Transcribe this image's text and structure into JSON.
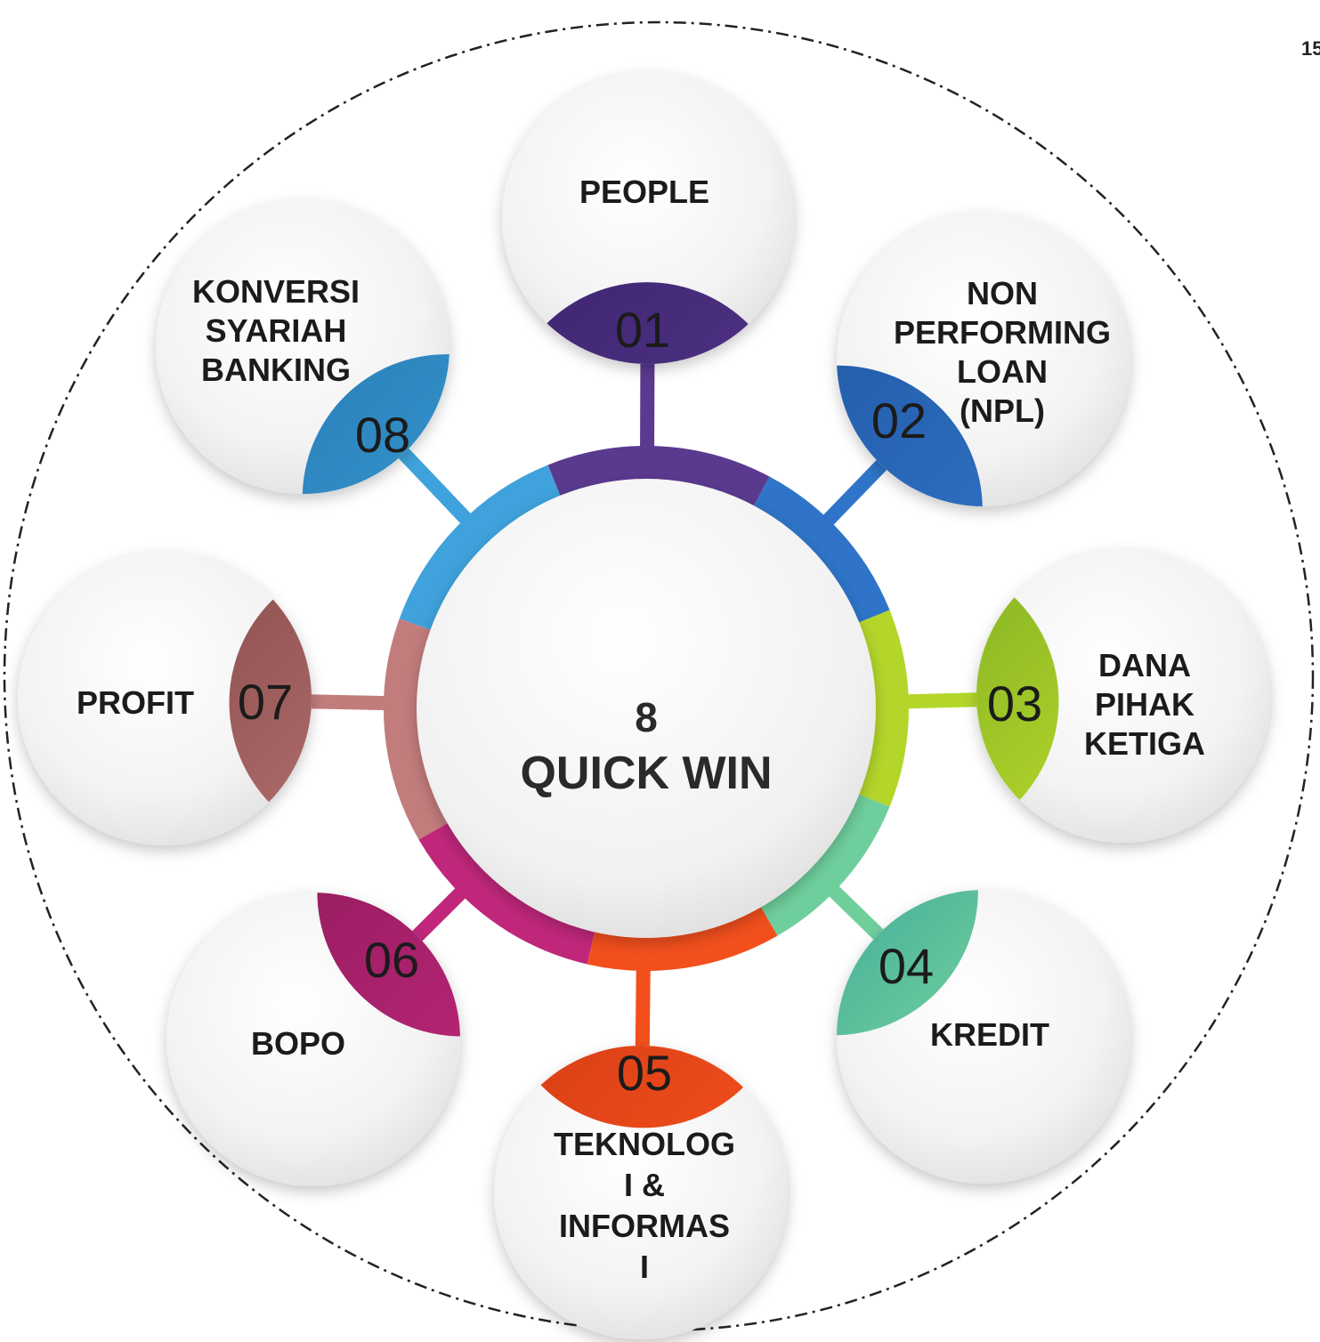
{
  "page_number": "15",
  "hub": {
    "count": "8",
    "title": "QUICK WIN"
  },
  "nodes": [
    {
      "number": "01",
      "label_lines": [
        "PEOPLE"
      ],
      "color": "#5a3a8f",
      "color_dark": "#3d2470"
    },
    {
      "number": "02",
      "label_lines": [
        "NON",
        "PERFORMING",
        "LOAN",
        "(NPL)"
      ],
      "color": "#2f74c8",
      "color_dark": "#2258a3"
    },
    {
      "number": "03",
      "label_lines": [
        "DANA",
        "PIHAK",
        "KETIGA"
      ],
      "color": "#b4d62b",
      "color_dark": "#6ea11f"
    },
    {
      "number": "04",
      "label_lines": [
        "KREDIT"
      ],
      "color": "#6fcf9c",
      "color_dark": "#1c8c98"
    },
    {
      "number": "05",
      "label_lines": [
        "TEKNOLOG",
        "I  &",
        "INFORMAS",
        "I"
      ],
      "color": "#f24f1d",
      "color_dark": "#c73410"
    },
    {
      "number": "06",
      "label_lines": [
        "BOPO"
      ],
      "color": "#c0277b",
      "color_dark": "#8e1a5a"
    },
    {
      "number": "07",
      "label_lines": [
        "PROFIT"
      ],
      "color": "#c27c7c",
      "color_dark": "#8e5050"
    },
    {
      "number": "08",
      "label_lines": [
        "KONVERSI",
        "SYARIAH",
        "BANKING"
      ],
      "color": "#3fa2dc",
      "color_dark": "#2a80b8"
    }
  ]
}
